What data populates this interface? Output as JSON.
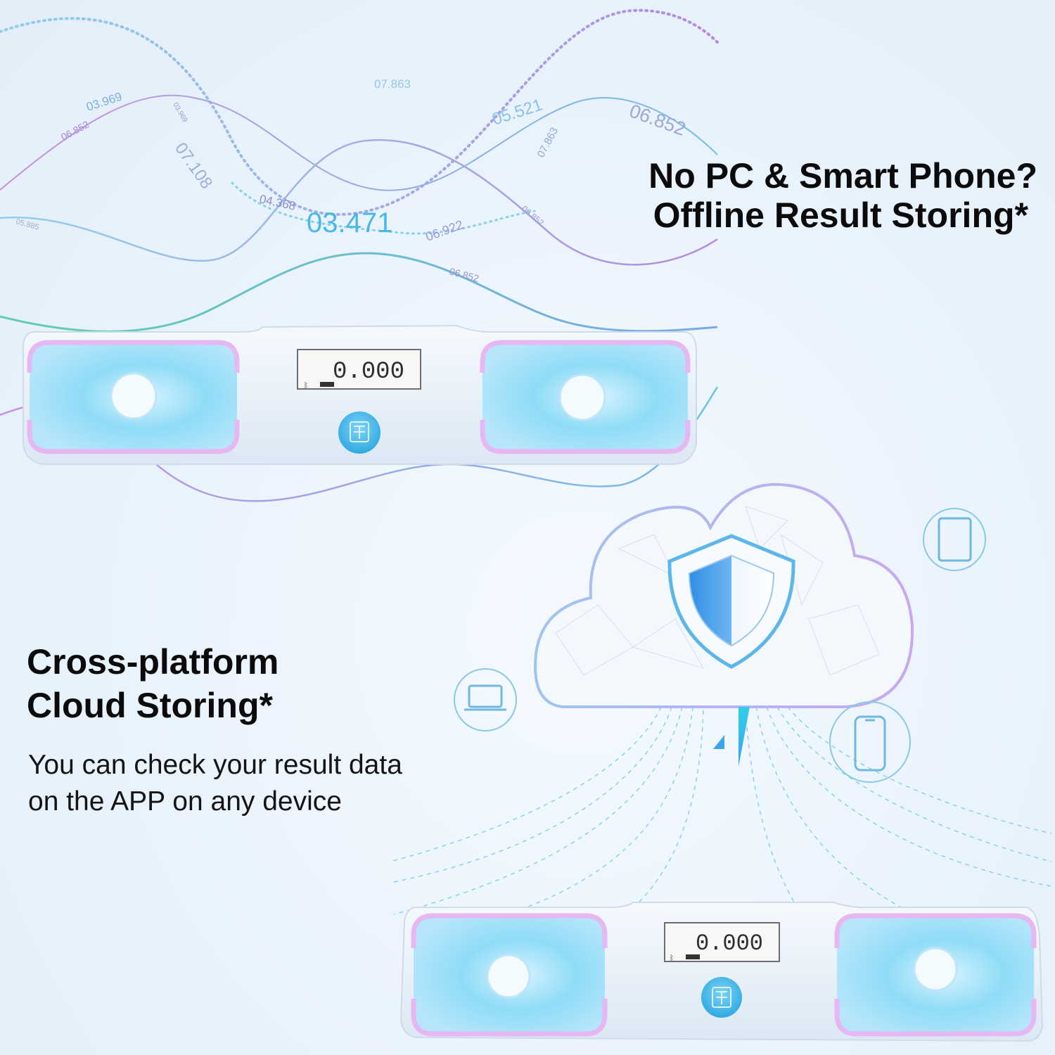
{
  "headline_top": {
    "line1": "No PC & Smart Phone?",
    "line2": "Offline Result Storing*"
  },
  "headline_mid": {
    "line1": "Cross-platform",
    "line2": "Cloud Storing*"
  },
  "description": {
    "line1": "You can check your result data",
    "line2": "on the APP on any device"
  },
  "wave_numbers": [
    "03.969",
    "06.852",
    "07.108",
    "03.969",
    "07.863",
    "04.368",
    "03.471",
    "05.521",
    "07.863",
    "06.852",
    "06.922",
    "06.852",
    "06.852",
    "05.885"
  ],
  "device_top": {
    "display_value": "0.000"
  },
  "device_bottom": {
    "display_value": "0.000"
  },
  "icons": [
    "tablet-icon",
    "laptop-icon",
    "phone-icon",
    "shield-icon",
    "sync-arrows-icon",
    "cloud-icon"
  ],
  "colors": {
    "accent_blue": "#3fb6e8",
    "accent_purple": "#c89be8",
    "text_dark": "#0b0b0b",
    "background": "#e9f3fc"
  }
}
